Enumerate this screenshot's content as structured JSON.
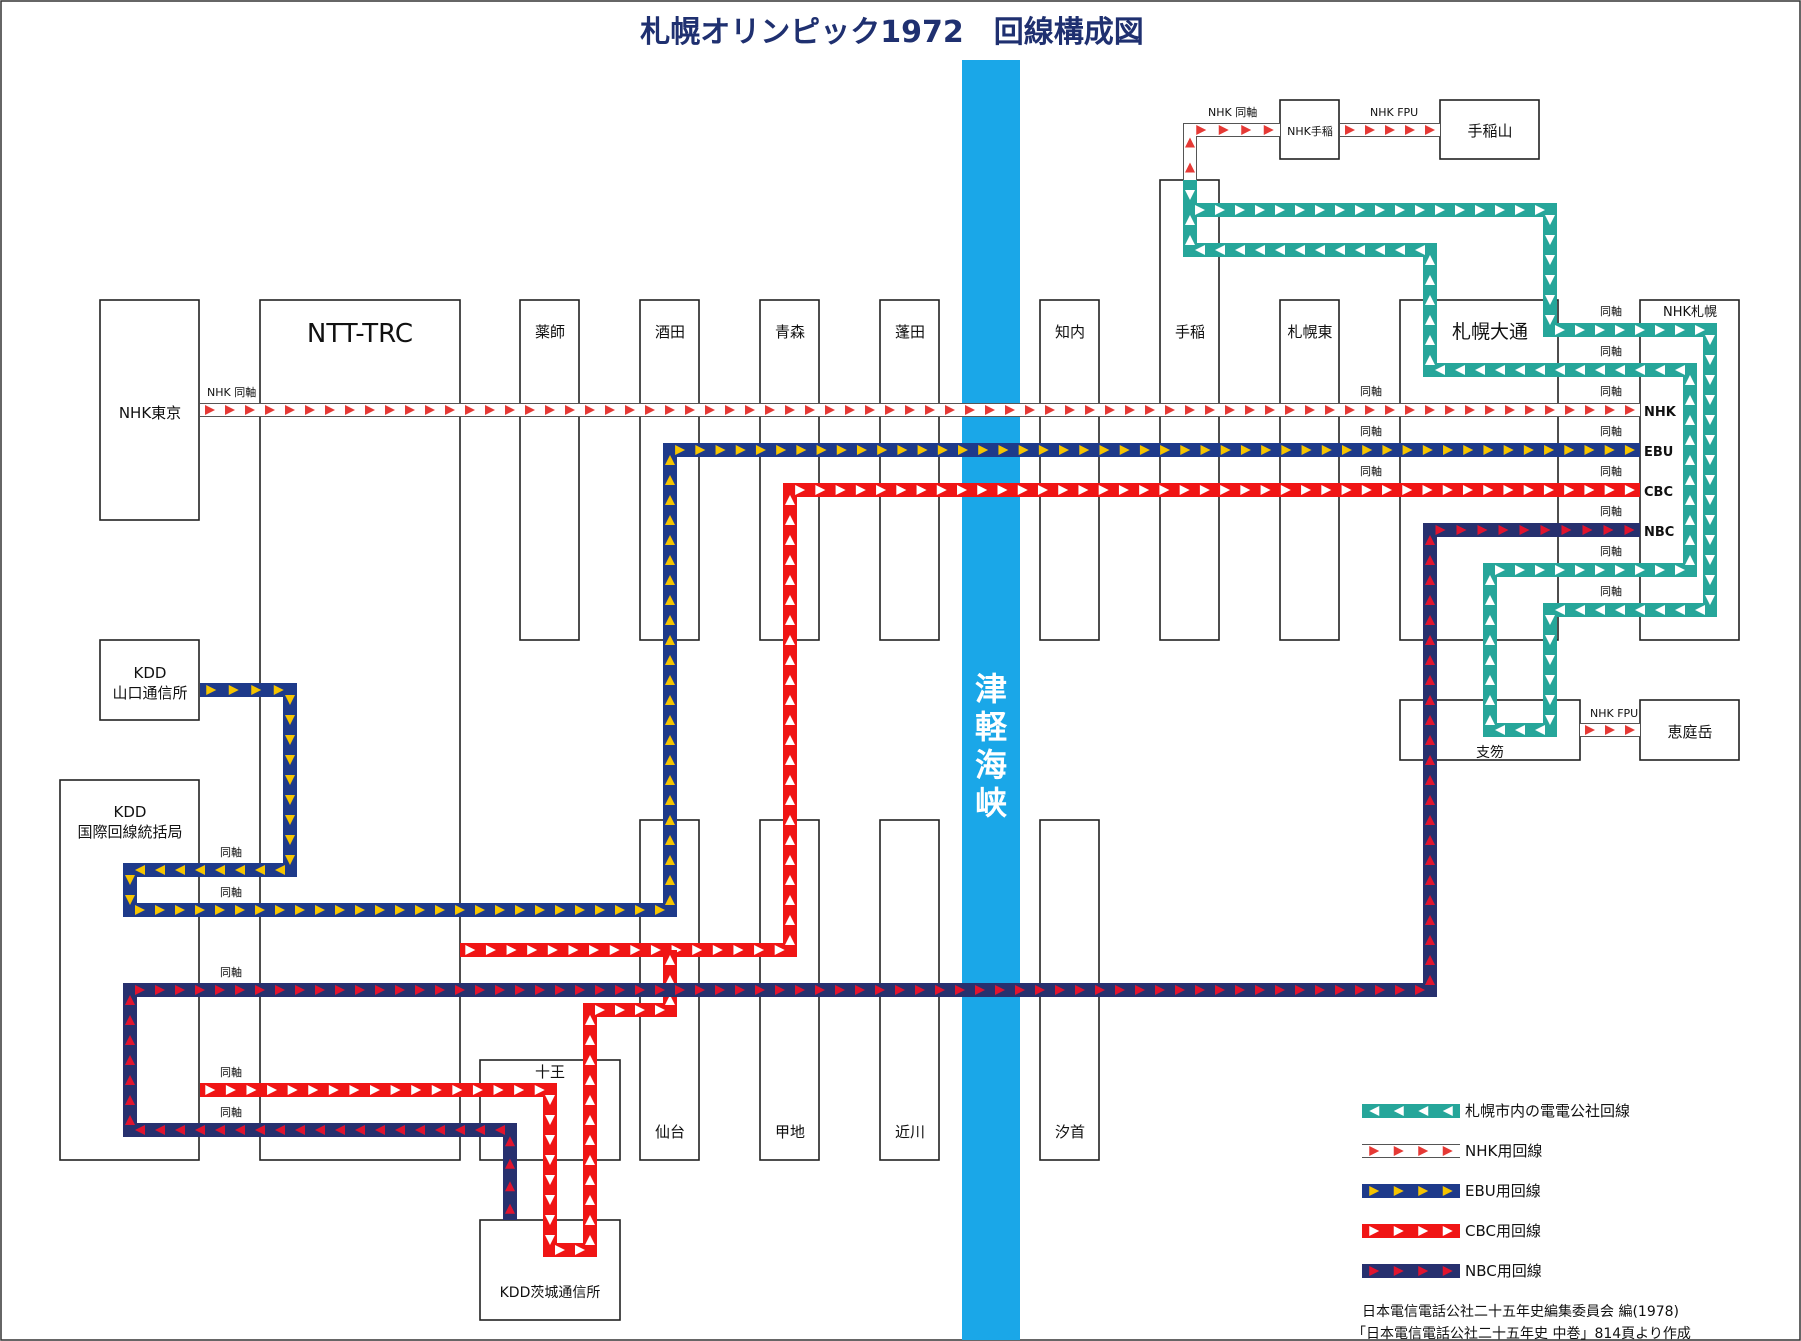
{
  "title": "札幌オリンピック1972　回線構成図",
  "strait_label": "津軽海峡",
  "colors": {
    "teal": "#26A69A",
    "nhk_red": "#E53935",
    "ebu_blue": "#1E3A8A",
    "ebu_arrow": "#F5C400",
    "cbc_red": "#F01515",
    "nbc_navy": "#27306E",
    "nbc_arrow": "#E0142E",
    "strait": "#1AA7E8"
  },
  "stations": {
    "nhk_tokyo": "NHK東京",
    "ntt_trc": "NTT-TRC",
    "yakushi": "薬師",
    "sakata": "酒田",
    "aomori": "青森",
    "yomogita": "蓬田",
    "shiriuchi": "知内",
    "teine": "手稲",
    "sapporo_higashi": "札幌東",
    "sapporo_odori": "札幌大通",
    "nhk_sapporo": "NHK札幌",
    "nhk_teine": "NHK手稲",
    "teineyama": "手稲山",
    "kdd_yamaguchi_1": "KDD",
    "kdd_yamaguchi_2": "山口通信所",
    "kdd_kokusai_1": "KDD",
    "kdd_kokusai_2": "国際回線統括局",
    "juo": "十王",
    "kdd_ibaraki": "KDD茨城通信所",
    "sendai": "仙台",
    "kouchi": "甲地",
    "chikagawa": "近川",
    "shiokubi": "汐首",
    "shikotsu": "支笏",
    "eniwadake": "恵庭岳"
  },
  "labels": {
    "nhk_coax": "NHK 同軸",
    "nhk_fpu": "NHK FPU",
    "coax": "同軸",
    "nhk": "NHK",
    "ebu": "EBU",
    "cbc": "CBC",
    "nbc": "NBC"
  },
  "legend": [
    {
      "key": "teal",
      "label": "札幌市内の電電公社回線"
    },
    {
      "key": "nhk",
      "label": "NHK用回線"
    },
    {
      "key": "ebu",
      "label": "EBU用回線"
    },
    {
      "key": "cbc",
      "label": "CBC用回線"
    },
    {
      "key": "nbc",
      "label": "NBC用回線"
    }
  ],
  "source_line1": "日本電信電話公社二十五年史編集委員会 編(1978)",
  "source_line2": "「日本電信電話公社二十五年史 中巻」814頁より作成"
}
